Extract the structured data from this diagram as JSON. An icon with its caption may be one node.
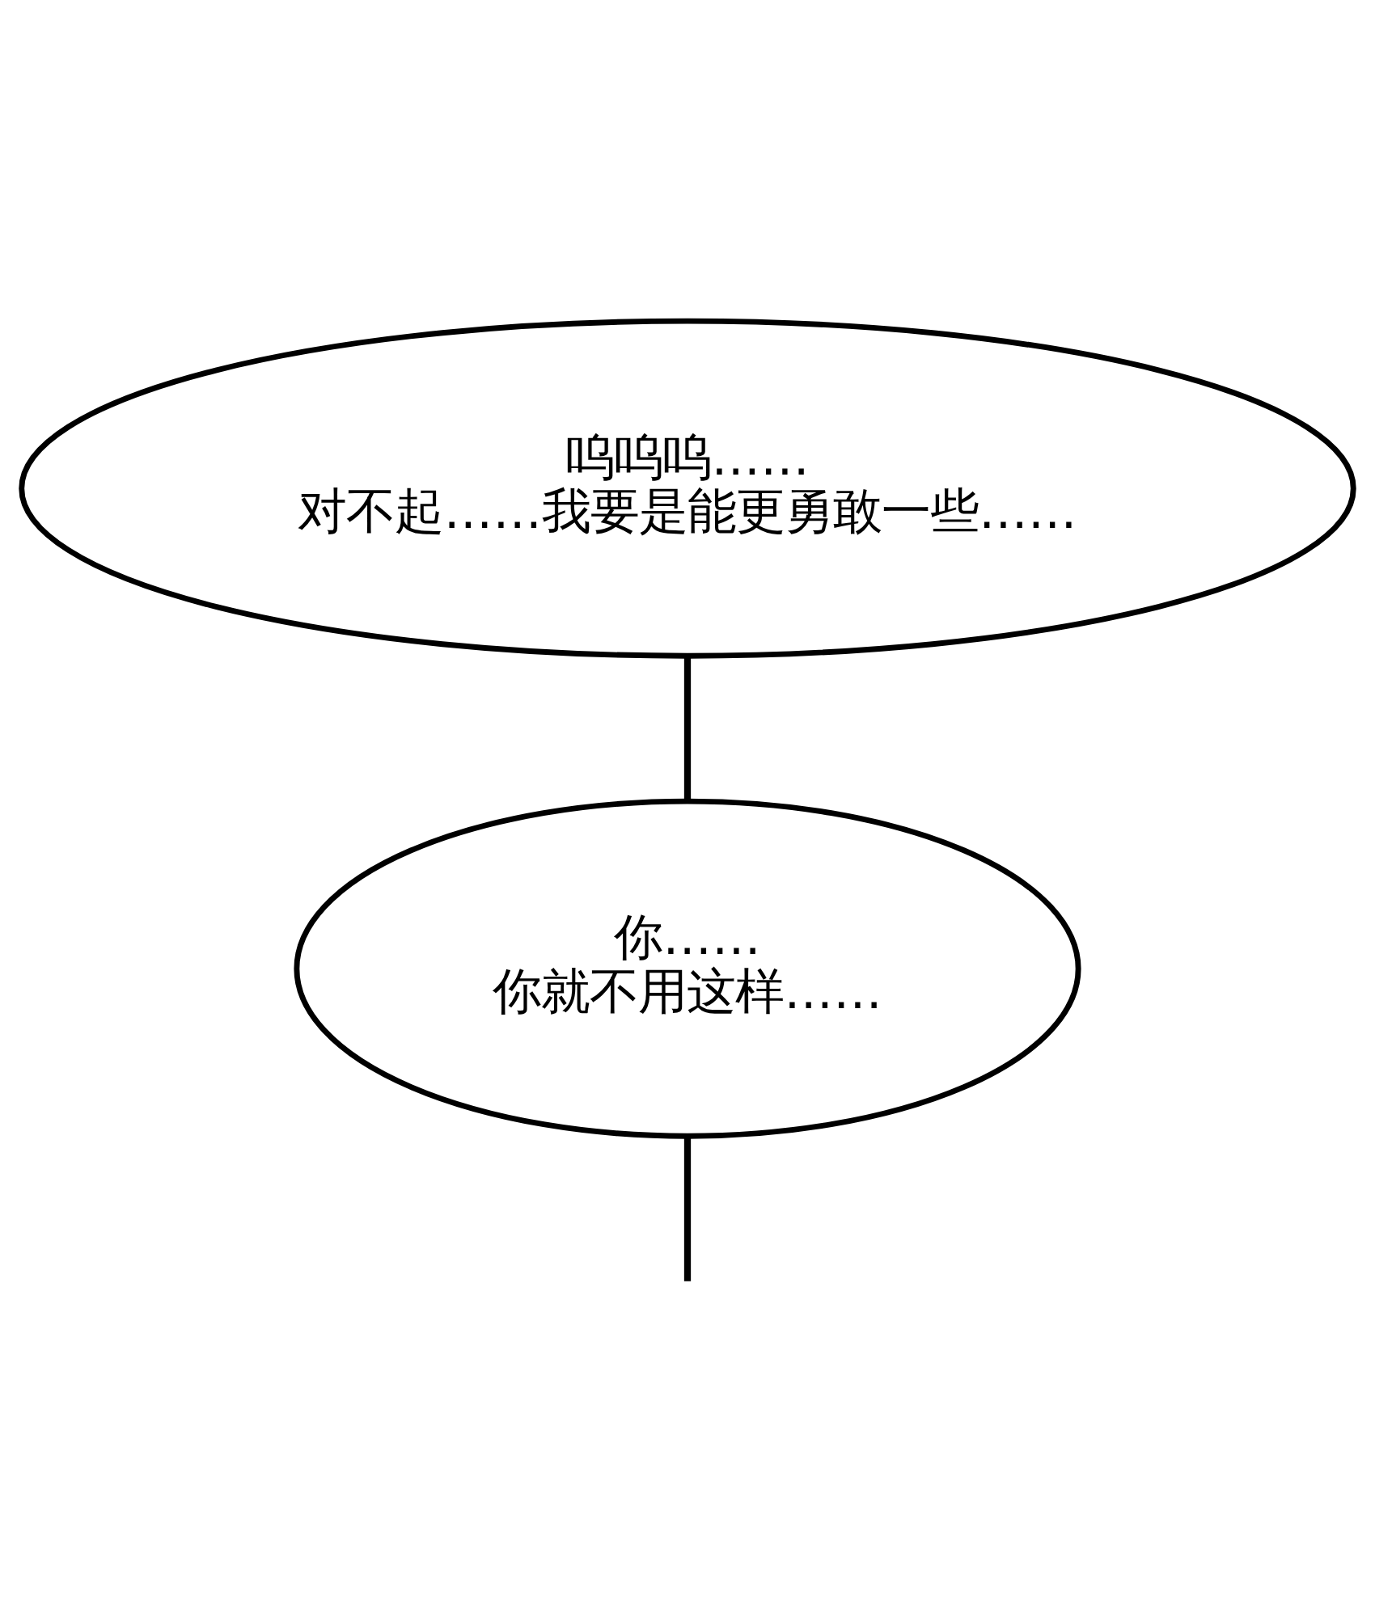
{
  "diagram": {
    "nodes": [
      {
        "text": [
          "呜呜呜……",
          "对不起……我要是能更勇敢一些……"
        ]
      },
      {
        "text": [
          "你……",
          "你就不用这样……"
        ]
      }
    ],
    "edges": [
      {
        "from": 0,
        "to": 1,
        "arrow": "none"
      },
      {
        "from": 1,
        "to": null,
        "arrow": "none"
      }
    ]
  }
}
